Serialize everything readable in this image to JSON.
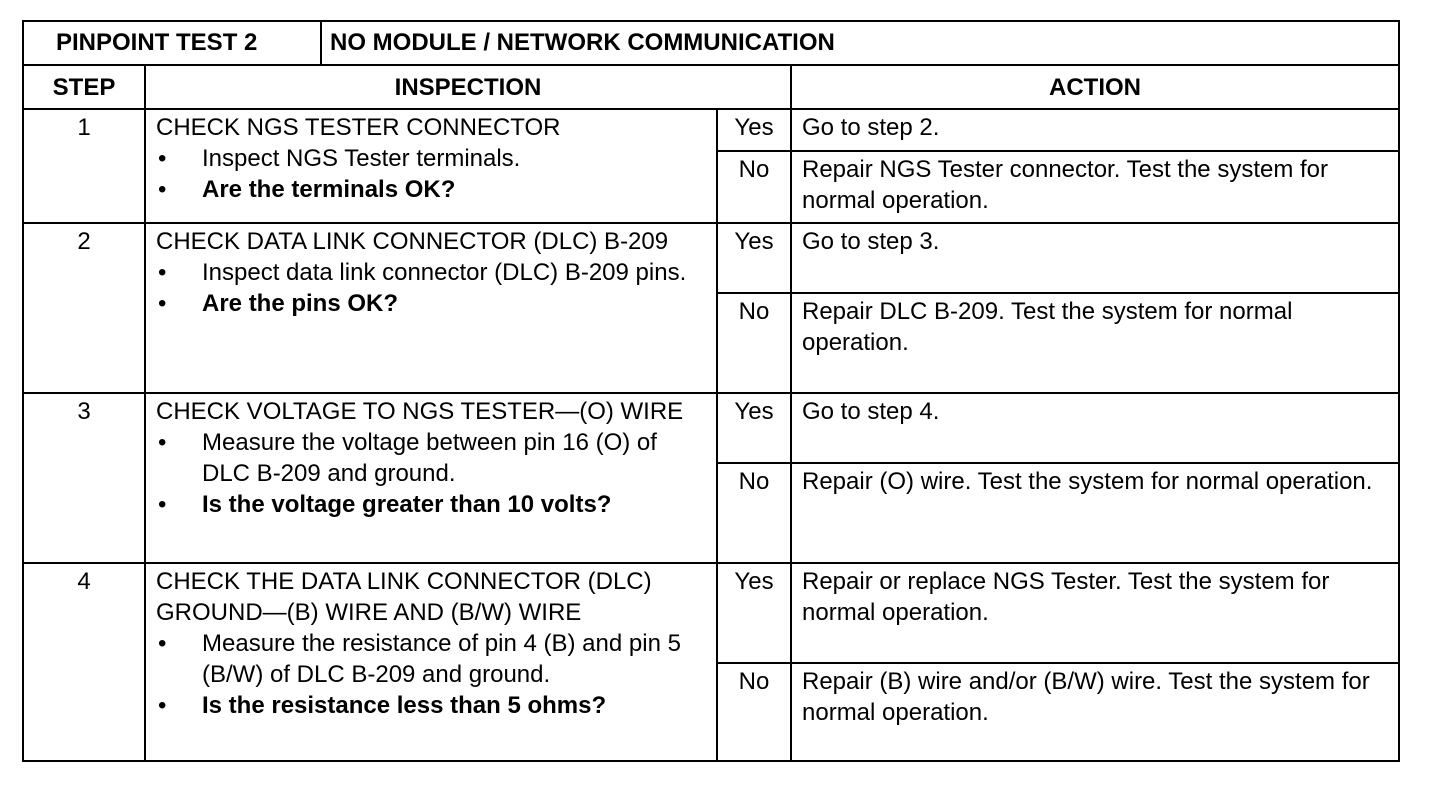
{
  "title": {
    "test_label": "PINPOINT TEST 2",
    "test_name": "NO MODULE / NETWORK COMMUNICATION"
  },
  "headers": {
    "step": "STEP",
    "inspection": "INSPECTION",
    "action": "ACTION"
  },
  "bullet": "•",
  "steps": [
    {
      "num": "1",
      "check": "CHECK NGS TESTER CONNECTOR",
      "instructions": [
        "Inspect NGS Tester terminals."
      ],
      "question": "Are the terminals OK?",
      "yes_label": "Yes",
      "yes_action": "Go to step 2.",
      "no_label": "No",
      "no_action": "Repair NGS Tester connector. Test the system for normal operation."
    },
    {
      "num": "2",
      "check": "CHECK DATA LINK CONNECTOR (DLC) B-209",
      "instructions": [
        "Inspect data link connector (DLC) B-209 pins."
      ],
      "question": "Are the pins OK?",
      "yes_label": "Yes",
      "yes_action": "Go to step 3.",
      "no_label": "No",
      "no_action": "Repair DLC B-209. Test the system for normal operation."
    },
    {
      "num": "3",
      "check": "CHECK VOLTAGE TO NGS TESTER—(O) WIRE",
      "instructions": [
        "Measure the voltage between pin 16 (O) of DLC B-209 and ground."
      ],
      "question": "Is the voltage greater than 10 volts?",
      "yes_label": "Yes",
      "yes_action": "Go to step 4.",
      "no_label": "No",
      "no_action": "Repair (O) wire. Test the system for normal operation."
    },
    {
      "num": "4",
      "check": "CHECK THE DATA LINK CONNECTOR (DLC) GROUND—(B) WIRE AND (B/W) WIRE",
      "instructions": [
        "Measure the resistance of pin 4 (B) and pin 5 (B/W) of DLC B-209 and ground."
      ],
      "question": "Is the resistance less than 5 ohms?",
      "yes_label": "Yes",
      "yes_action": "Repair or replace NGS Tester. Test the system for normal operation.",
      "no_label": "No",
      "no_action": "Repair (B) wire and/or (B/W) wire. Test the system for normal operation."
    }
  ]
}
